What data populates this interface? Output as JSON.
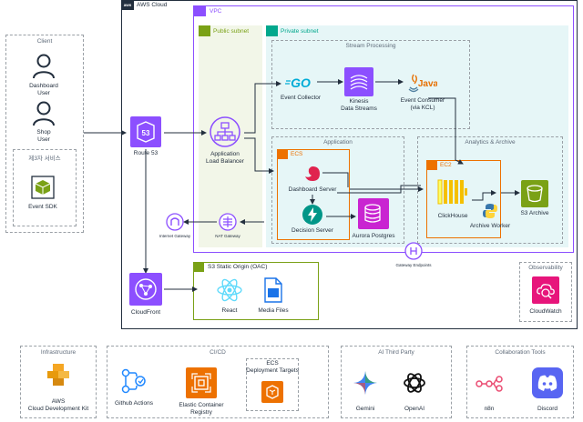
{
  "client": {
    "title": "Client",
    "dashboard_user": "Dashboard\nUser",
    "shop_user": "Shop\nUser",
    "third_party_service": "제3자 서비스",
    "event_sdk": "Event SDK"
  },
  "aws_cloud": {
    "title": "AWS Cloud"
  },
  "vpc": {
    "title": "VPC"
  },
  "public_subnet": {
    "title": "Public subnet"
  },
  "private_subnet": {
    "title": "Private subnet"
  },
  "stream_processing": {
    "title": "Stream Processing",
    "event_collector": "Event Collector",
    "kinesis": "Kinesis\nData Streams",
    "event_consumer": "Event Consumer\n(via KCL)"
  },
  "application": {
    "title": "Application",
    "ecs": "ECS",
    "dashboard_server": "Dashboard Server",
    "decision_server": "Decision Server",
    "aurora": "Aurora Postgres"
  },
  "analytics": {
    "title": "Analytics & Archive",
    "ec2": "EC2",
    "clickhouse": "ClickHouse",
    "archive_worker": "Archive Worker",
    "s3_archive": "S3 Archive"
  },
  "edge": {
    "route53": "Route 53",
    "alb": "Application\nLoad Balancer",
    "internet_gateway": "Internet Gateway",
    "nat_gateway": "NAT Gateway",
    "gateway_endpoints": "Gateway Endpoints",
    "cloudfront": "CloudFront"
  },
  "s3_static": {
    "title": "S3 Static Origin (OAC)",
    "react": "React",
    "media_files": "Media Files"
  },
  "observability": {
    "title": "Observability",
    "cloudwatch": "CloudWatch"
  },
  "infrastructure": {
    "title": "Infrastructure",
    "cdk": "AWS\nCloud Development Kit"
  },
  "cicd": {
    "title": "CI/CD",
    "github_actions": "Github Actions",
    "ecr": "Elastic Container\nRegistry",
    "ecs_targets": "ECS\nDeployment Targets"
  },
  "ai": {
    "title": "AI Third Party",
    "gemini": "Gemini",
    "openai": "OpenAI"
  },
  "collab": {
    "title": "Collaboration Tools",
    "n8n": "n8n",
    "discord": "Discord"
  },
  "colors": {
    "vpc": "#8c4fff",
    "public_subnet": "#7aa116",
    "private_subnet": "#01a88d",
    "ecs_orange": "#ed7100",
    "s3_green": "#7aa116",
    "cloudwatch_pink": "#e7157b",
    "network_purple": "#8c4fff"
  }
}
